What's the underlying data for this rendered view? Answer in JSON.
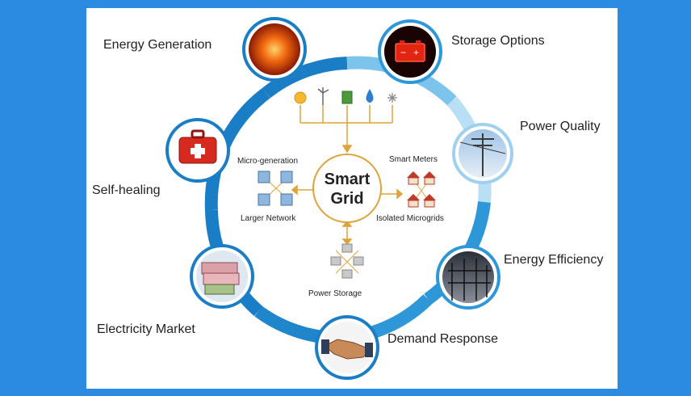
{
  "colors": {
    "background": "#2a8be0",
    "ring_dark": "#1a7ec7",
    "ring_mid": "#2e97d8",
    "ring_light": "#7cc4ec",
    "arrow": "#e0a33a"
  },
  "center": {
    "line1": "Smart",
    "line2": "Grid"
  },
  "outer_nodes": {
    "energy_generation": {
      "label": "Energy Generation",
      "icon": "sun-icon"
    },
    "storage_options": {
      "label": "Storage Options",
      "icon": "battery-icon"
    },
    "power_quality": {
      "label": "Power Quality",
      "icon": "power-pole-icon"
    },
    "energy_efficiency": {
      "label": "Energy Efficiency",
      "icon": "substation-icon"
    },
    "demand_response": {
      "label": "Demand Response",
      "icon": "handshake-icon"
    },
    "electricity_market": {
      "label": "Electricity Market",
      "icon": "money-icon"
    },
    "self_healing": {
      "label": "Self-healing",
      "icon": "first-aid-kit-icon"
    }
  },
  "inner_nodes": {
    "micro_generation": "Micro-generation",
    "larger_network": "Larger Network",
    "smart_meters": "Smart Meters",
    "isolated_microgrids": "Isolated Microgrids",
    "power_storage": "Power Storage"
  },
  "top_sources": [
    "sun-icon",
    "wind-turbine-icon",
    "battery-cell-icon",
    "water-drop-icon",
    "snowflake-icon"
  ]
}
